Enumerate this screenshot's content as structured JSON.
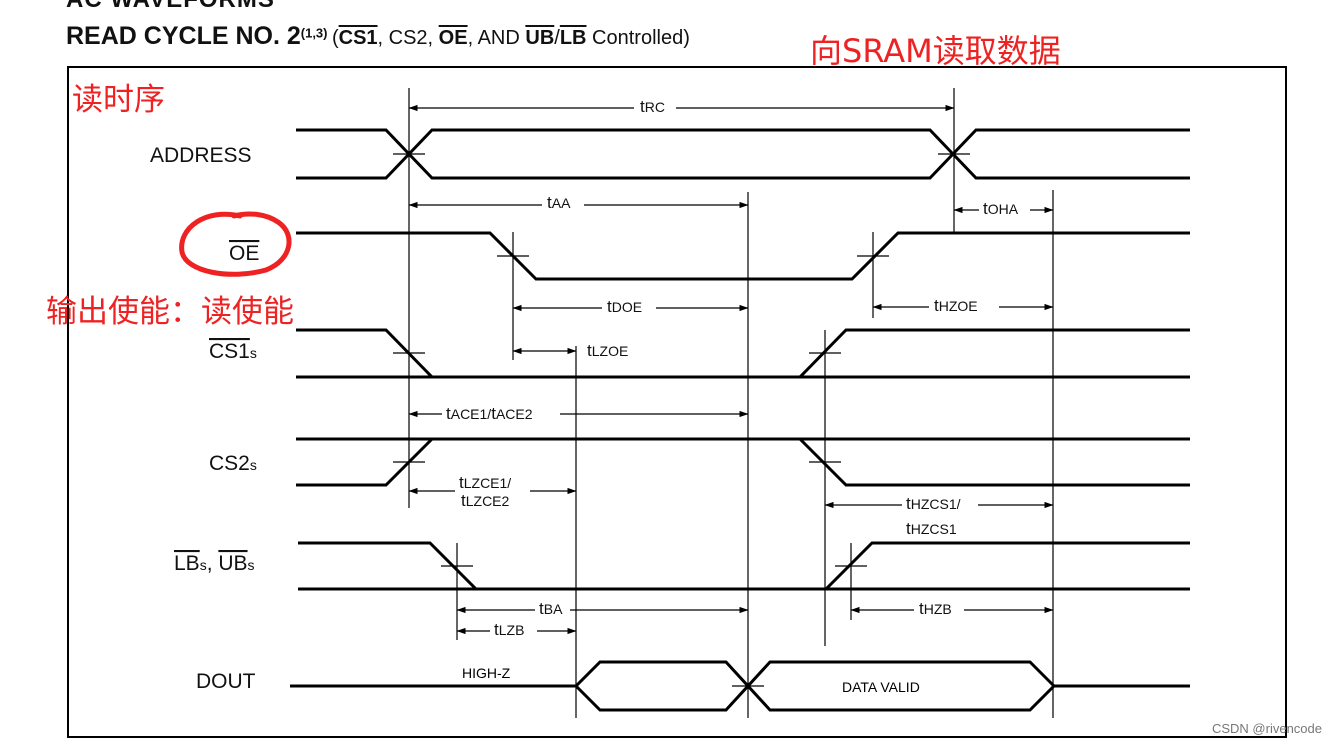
{
  "header": {
    "cut_heading": "AC WAVEFORMS",
    "title": "READ CYCLE NO. 2",
    "title_superscript": "(1,3)",
    "controlled_by": {
      "open": "(",
      "cs1": "CS1",
      "sep1": ", CS2, ",
      "oe": "OE",
      "sep2": ", AND ",
      "ub": "UB",
      "slash": "/",
      "lb": "LB",
      "tail": " Controlled)"
    }
  },
  "annotations": {
    "sram_read": "向SRAM读取数据",
    "read_timing": "读时序",
    "oe_desc": "输出使能：读使能"
  },
  "signals": {
    "address": "ADDRESS",
    "oe": "OE",
    "cs1": "CS1",
    "cs1_sub": "s",
    "cs2": "CS2",
    "cs2_sub": "s",
    "lb": "LB",
    "lb_sub": "s",
    "sep": ", ",
    "ub": "UB",
    "ub_sub": "s",
    "dout": "DOUT"
  },
  "timing": {
    "trc": {
      "t": "t",
      "sub": "RC"
    },
    "taa": {
      "t": "t",
      "sub": "AA"
    },
    "toha": {
      "t": "t",
      "sub": "OHA"
    },
    "tdoe": {
      "t": "t",
      "sub": "DOE"
    },
    "thzoe": {
      "t": "t",
      "sub": "HZOE"
    },
    "tlzoe": {
      "t": "t",
      "sub": "LZOE"
    },
    "tace": {
      "t1": "t",
      "sub1": "ACE1/",
      "t2": "t",
      "sub2": "ACE2"
    },
    "tlzce1": {
      "t": "t",
      "sub": "LZCE1/"
    },
    "tlzce2": {
      "t": "t",
      "sub": "LZCE2"
    },
    "thzcs1a": {
      "t": "t",
      "sub": "HZCS1/"
    },
    "thzcs1b": {
      "t": "t",
      "sub": "HZCS1"
    },
    "tba": {
      "t": "t",
      "sub": "BA"
    },
    "tlzb": {
      "t": "t",
      "sub": "LZB"
    },
    "thzb": {
      "t": "t",
      "sub": "HZB"
    }
  },
  "states": {
    "high_z": "HIGH-Z",
    "data_valid": "DATA VALID"
  },
  "watermark": "CSDN @rivencode"
}
